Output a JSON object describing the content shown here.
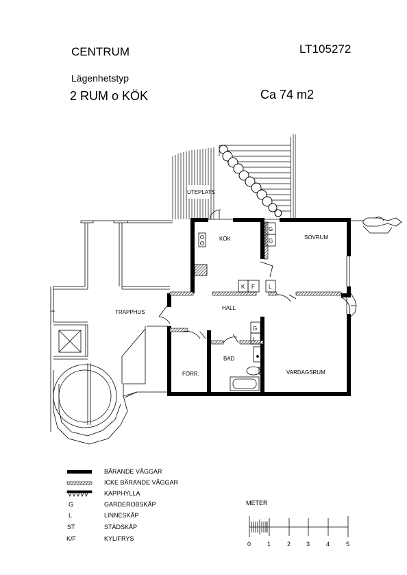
{
  "header": {
    "area_name": "CENTRUM",
    "plan_id": "LT105272",
    "type_label": "Lägenhetstyp",
    "apartment_type": "2 RUM o KÖK",
    "area_size": "Ca 74 m2"
  },
  "rooms": {
    "uteplats": "UTEPLATS",
    "kok": "KÖK",
    "sovrum": "SOVRUM",
    "trapphus": "TRAPPHUS",
    "hall": "HALL",
    "bad": "BAD",
    "forr": "FÖRR.",
    "vardagsrum": "VARDAGSRUM"
  },
  "fixtures": {
    "g1": "G",
    "g2": "G",
    "g3": "G",
    "k": "K",
    "f": "F",
    "l1": "L",
    "l2": "L"
  },
  "legend": [
    {
      "symbol": "thick-line",
      "code": "",
      "label": "BÄRANDE VÄGGAR"
    },
    {
      "symbol": "hatched-line",
      "code": "",
      "label": "ICKE BÄRANDE VÄGGAR"
    },
    {
      "symbol": "shelf",
      "code": "",
      "label": "KAPPHYLLA"
    },
    {
      "symbol": "text",
      "code": "G",
      "label": "GARDEROBSKÅP"
    },
    {
      "symbol": "text",
      "code": "L",
      "label": "LINNESKÅP"
    },
    {
      "symbol": "text",
      "code": "ST",
      "label": "STÄDSKÅP"
    },
    {
      "symbol": "text",
      "code": "K/F",
      "label": "KYL/FRYS"
    }
  ],
  "scale": {
    "title": "METER",
    "ticks": [
      "0",
      "1",
      "2",
      "3",
      "4",
      "5"
    ]
  }
}
